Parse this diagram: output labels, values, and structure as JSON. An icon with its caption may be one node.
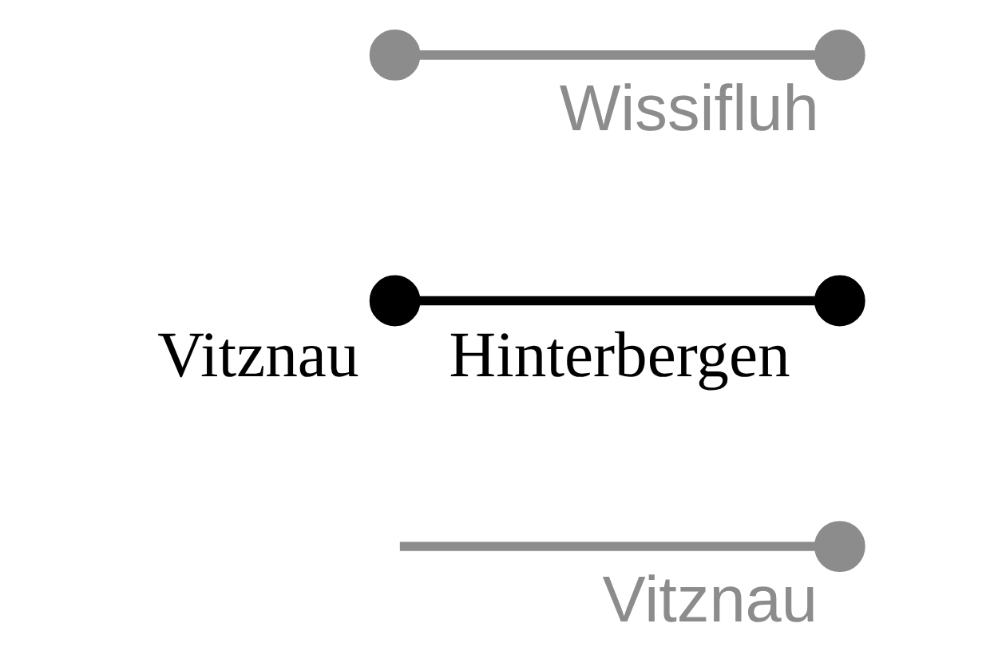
{
  "diagram": {
    "nodes": [
      {
        "text": [],
        "shape": "circle",
        "beside": [
          "Vitznau"
        ]
      },
      {
        "text": [],
        "shape": "circle",
        "beside": [
          "Hinterbergen"
        ]
      },
      {
        "text": [],
        "shape": "circle",
        "beside": [
          "Vitznau"
        ]
      },
      {
        "text": [],
        "shape": "circle"
      },
      {
        "text": [],
        "shape": "circle",
        "beside": [
          "Wissifluh"
        ]
      }
    ],
    "edges": [
      {
        "from": null,
        "to": 0,
        "arrow": "none"
      },
      {
        "from": 2,
        "to": 1,
        "arrow": "none",
        "color": "#000000"
      },
      {
        "from": 3,
        "to": 4,
        "arrow": "none"
      }
    ]
  }
}
